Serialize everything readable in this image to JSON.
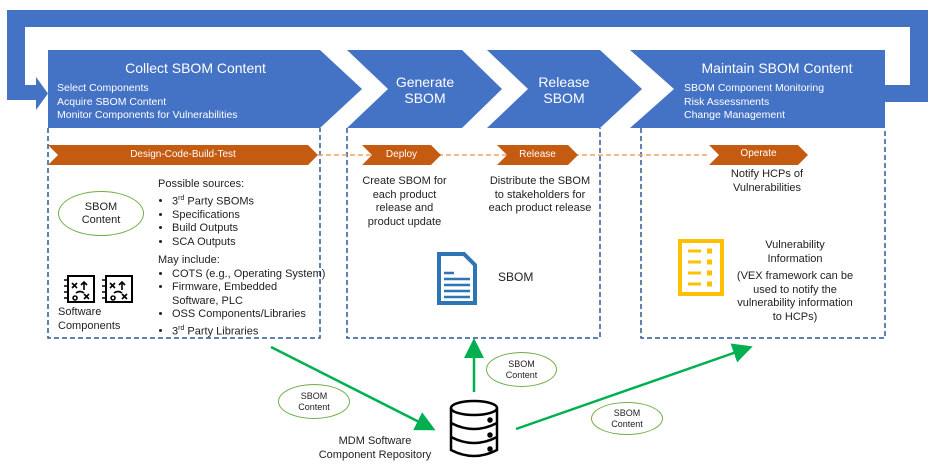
{
  "colors": {
    "blue": "#4472c4",
    "orange": "#c55a11",
    "green": "#00b050",
    "ellipse": "#70ad47",
    "yellow": "#ffc000",
    "doc_blue": "#2e75b6"
  },
  "stages": [
    {
      "title": "Collect SBOM Content",
      "items": [
        "Select Components",
        "Acquire SBOM Content",
        "Monitor Components for Vulnerabilities"
      ]
    },
    {
      "title": "Generate SBOM"
    },
    {
      "title": "Release SBOM"
    },
    {
      "title": "Maintain SBOM Content",
      "items": [
        "SBOM Component Monitoring",
        "Risk Assessments",
        "Change Management"
      ]
    }
  ],
  "phases": [
    "Design-Code-Build-Test",
    "Deploy",
    "Release",
    "Operate"
  ],
  "collect": {
    "ellipse": "SBOM Content",
    "sources_heading": "Possible sources:",
    "sources": [
      "3rd Party SBOMs",
      "Specifications",
      "Build Outputs",
      "SCA Outputs"
    ],
    "include_heading": "May include:",
    "include": [
      "COTS (e.g., Operating System)",
      "Firmware, Embedded Software, PLC",
      "OSS Components/Libraries",
      "3rd Party Libraries"
    ],
    "components_label": "Software Components",
    "icon": "software-component-icon"
  },
  "generate": {
    "text": "Create SBOM for each product release and product update"
  },
  "release": {
    "text": "Distribute the SBOM to stakeholders for each product release"
  },
  "sbom_doc": {
    "label": "SBOM",
    "icon": "document-icon"
  },
  "maintain": {
    "text": "Notify HCPs of Vulnerabilities",
    "vuln_title": "Vulnerability Information",
    "vuln_note": "(VEX framework can be used to notify the vulnerability information to HCPs)",
    "icon": "checklist-icon"
  },
  "repository": {
    "label": "MDM Software Component Repository",
    "icon": "database-icon",
    "flow_label": "SBOM Content"
  }
}
